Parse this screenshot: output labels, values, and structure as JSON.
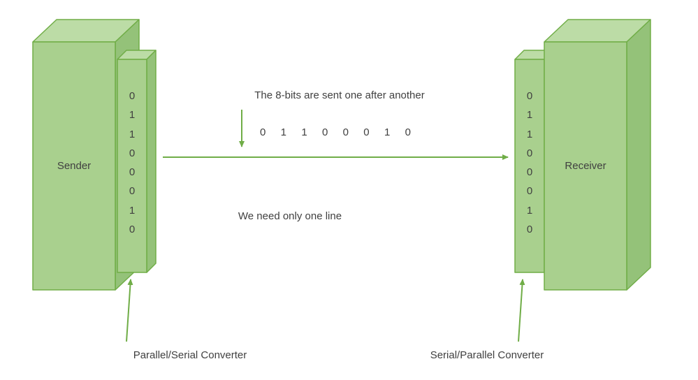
{
  "diagram": {
    "sender_label": "Sender",
    "receiver_label": "Receiver",
    "caption_top": "The 8-bits are sent one after another",
    "caption_bottom": "We need only one line",
    "sender_converter_label": "Parallel/Serial Converter",
    "receiver_converter_label": "Serial/Parallel Converter",
    "sender_bits": [
      "0",
      "1",
      "1",
      "0",
      "0",
      "0",
      "1",
      "0"
    ],
    "receiver_bits": [
      "0",
      "1",
      "1",
      "0",
      "0",
      "0",
      "1",
      "0"
    ],
    "line_bits": [
      "0",
      "1",
      "1",
      "0",
      "0",
      "0",
      "1",
      "0"
    ]
  },
  "colors": {
    "face": "#a9d08e",
    "top": "#bcdca6",
    "side": "#94c279",
    "border": "#70ad47",
    "arrow": "#70ad47",
    "text": "#404040"
  }
}
